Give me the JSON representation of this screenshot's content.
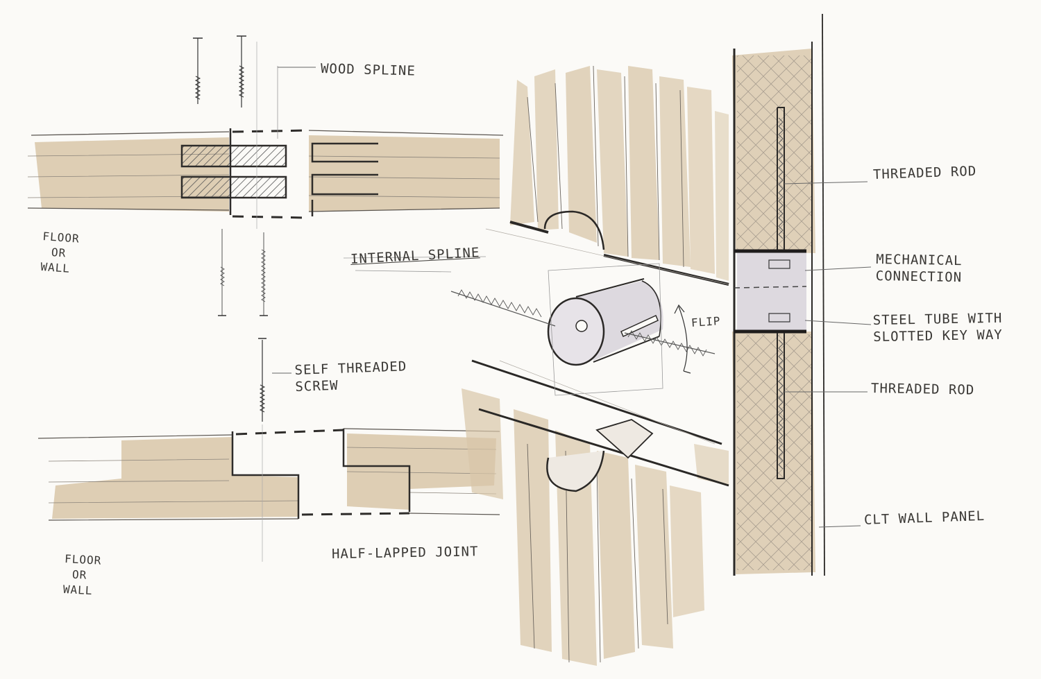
{
  "labels": {
    "wood_spline": "WOOD SPLINE",
    "floor_or_wall_top": [
      "FLOOR",
      "OR",
      "WALL"
    ],
    "internal_spline": "INTERNAL SPLINE",
    "self_threaded_screw": [
      "SELF THREADED",
      "SCREW"
    ],
    "half_lapped_joint": "HALF-LAPPED JOINT",
    "floor_or_wall_bottom": [
      "FLOOR",
      "OR",
      "WALL"
    ],
    "flip": "FLIP",
    "threaded_rod_top": "THREADED ROD",
    "mechanical_connection": [
      "MECHANICAL",
      "CONNECTION"
    ],
    "steel_tube": [
      "STEEL TUBE WITH",
      "SLOTTED KEY WAY"
    ],
    "threaded_rod_bottom": "THREADED ROD",
    "clt_wall_panel": "CLT WALL PANEL"
  },
  "colors": {
    "wood_wash": "#d8c6a8",
    "pencil": "#3a3835",
    "steel": "#ddd9df",
    "paper": "#fbfaf7"
  }
}
